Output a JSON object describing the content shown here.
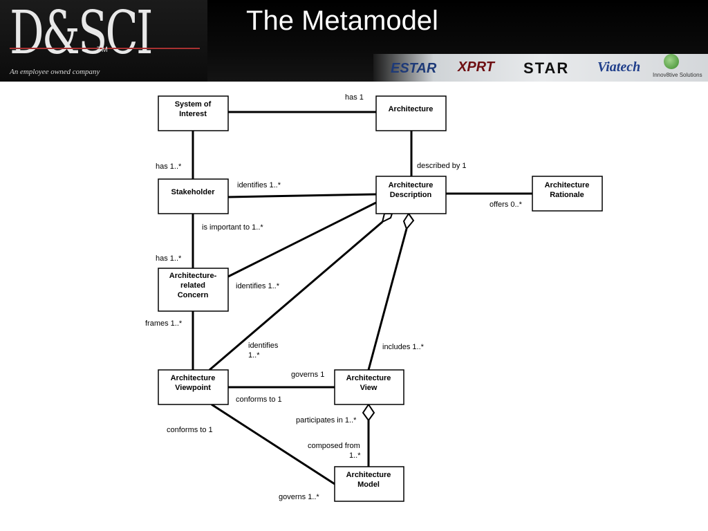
{
  "header": {
    "title": "The Metamodel",
    "logo": {
      "text": "D&SCI",
      "tm": "TM",
      "tagline": "An employee owned company"
    },
    "partners": [
      "ESTAR",
      "XPRT",
      "STAR",
      "Viatech",
      "Innov8tive Solutions"
    ]
  },
  "diagram": {
    "boxes": {
      "system_of_interest": [
        "System of",
        "Interest"
      ],
      "architecture": [
        "Architecture"
      ],
      "stakeholder": [
        "Stakeholder"
      ],
      "architecture_description": [
        "Architecture",
        "Description"
      ],
      "architecture_rationale": [
        "Architecture",
        "Rationale"
      ],
      "architecture_related_concern": [
        "Architecture-",
        "related",
        "Concern"
      ],
      "architecture_viewpoint": [
        "Architecture",
        "Viewpoint"
      ],
      "architecture_view": [
        "Architecture",
        "View"
      ],
      "architecture_model": [
        "Architecture",
        "Model"
      ]
    },
    "labels": {
      "has_1": "has 1",
      "described_by_1": "described by 1",
      "has_1_many_a": "has 1..*",
      "identifies_stakeholder": "identifies 1..*",
      "offers": "offers 0..*",
      "is_important_to": "is important to 1..*",
      "has_1_many_b": "has 1..*",
      "identifies_concern": "identifies 1..*",
      "frames": "frames 1..*",
      "identifies_viewpoint_1": "identifies",
      "identifies_viewpoint_2": "1..*",
      "includes": "includes 1..*",
      "governs_1": "governs 1",
      "conforms_to_1_a": "conforms to 1",
      "conforms_to_1_b": "conforms to 1",
      "participates_in": "participates in 1..*",
      "composed_from_1": "composed from",
      "composed_from_2": "1..*",
      "governs_many": "governs 1..*"
    }
  }
}
